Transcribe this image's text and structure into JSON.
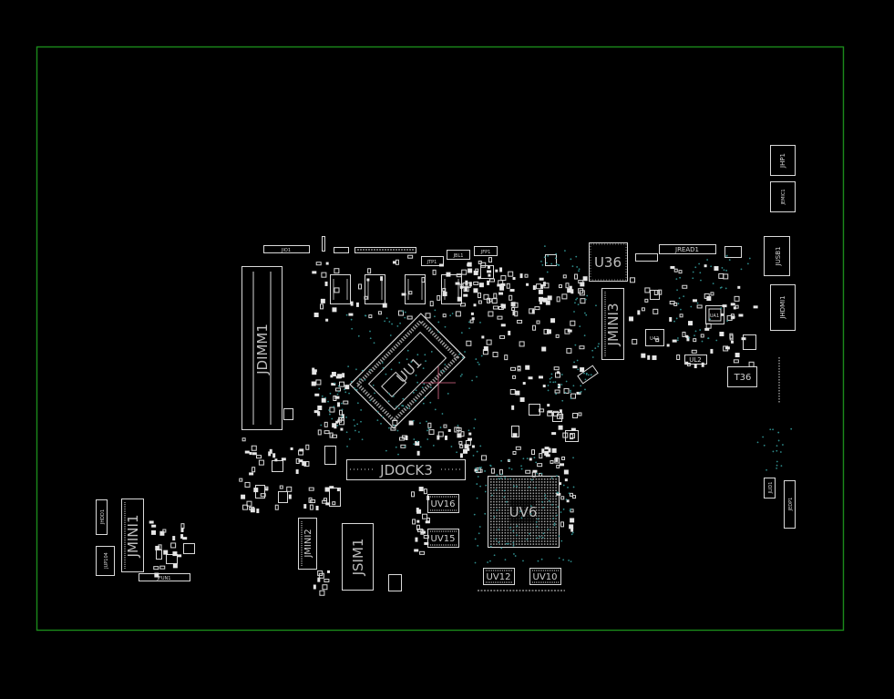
{
  "board": {
    "outline_color": "#1b8a1b",
    "silk_color": "#d9d9d9",
    "via_color": "#2e8b8b",
    "cursor_color": "#e06a8a"
  },
  "labels": {
    "jdimm1": "JDIMM1",
    "uu1": "UU1",
    "jdock3": "JDOCK3",
    "uv6": "UV6",
    "u36": "U36",
    "jmini3": "JMINI3",
    "t36": "T36",
    "jmini1": "JMINI1",
    "jmini2": "JMINI2",
    "jsim1": "JSIM1",
    "jhp1": "JHP1",
    "jemic1": "JEMIC1",
    "jusb1": "JUSB1",
    "jhdmi1": "JHDMI1",
    "jedp1": "JEDP1",
    "jread1": "JREAD1",
    "jhdd1": "JHDD1",
    "jfun1": "JFUN1",
    "jio1": "JIO1",
    "jtp1": "JTP1",
    "jbl1": "JBL1",
    "jfp1": "JFP1",
    "u42": "U42",
    "ul2": "UL2",
    "ua1": "UA1",
    "uv16": "UV16",
    "uv15": "UV15",
    "uv12": "UV12",
    "uv10": "UV10",
    "jlid1": "JLID1",
    "jup104": "JUP104"
  }
}
